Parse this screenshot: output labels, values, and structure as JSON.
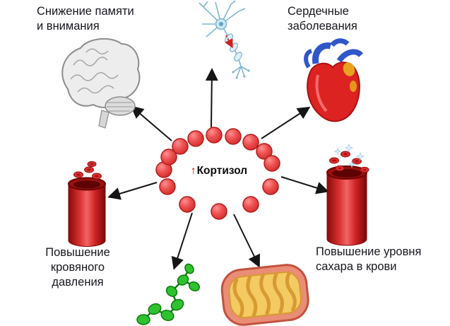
{
  "diagram": {
    "type": "radial-effects",
    "center": {
      "arrow": "↑",
      "label": "Кортизол"
    },
    "nodes": [
      {
        "icon": "brain-icon",
        "label": "Снижение памяти\nи внимания"
      },
      {
        "icon": "neuron-icon",
        "label": ""
      },
      {
        "icon": "heart-icon",
        "label": "Сердечные\nзаболевания"
      },
      {
        "icon": "blood-vessel-icon",
        "label": "Повышение\nкровяного\nдавления"
      },
      {
        "icon": "blood-vessel-sugar-icon",
        "label": "Повышение уровня\nсахара в крови"
      },
      {
        "icon": "glucose-chain-icon",
        "label": ""
      },
      {
        "icon": "intestine-icon",
        "label": ""
      }
    ]
  },
  "colors": {
    "background": "#ffffff",
    "molecule_red": "#ee5252",
    "accent_red": "#c40000",
    "arrow_black": "#151515",
    "text": "#17171f",
    "glucose_green": "#2fc22f",
    "vessel_red": "#d63030",
    "heart_blue": "#2f57c8",
    "intestine_yellow": "#f4ca62"
  }
}
